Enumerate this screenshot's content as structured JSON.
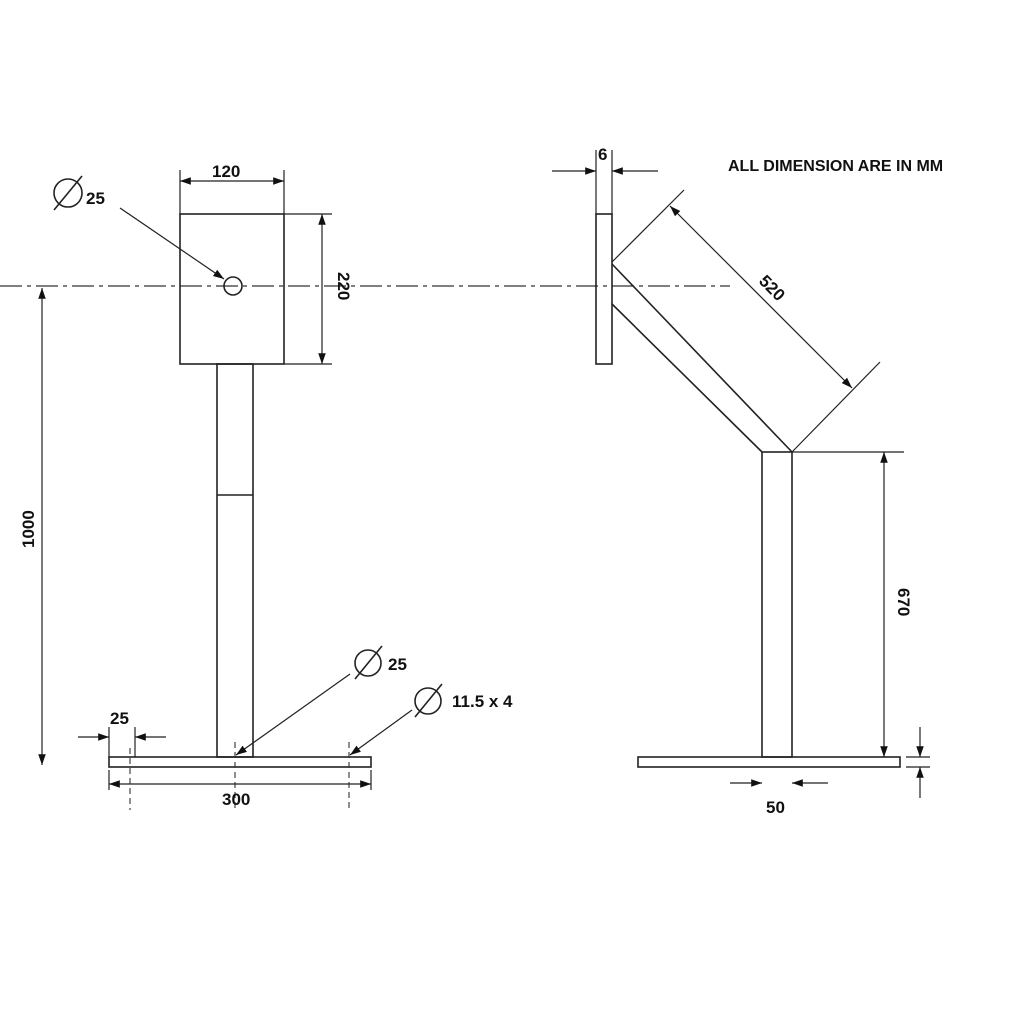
{
  "note": "ALL DIMENSION ARE IN MM",
  "front_view": {
    "plate_width": "120",
    "plate_height": "220",
    "plate_hole_dia": "25",
    "overall_height": "1000",
    "post_hole_dia": "25",
    "base_hole_spec": "11.5 x 4",
    "hole_edge_offset": "25",
    "base_width": "300"
  },
  "side_view": {
    "plate_thickness": "6",
    "arm_length": "520",
    "post_height": "670",
    "post_width": "50"
  },
  "colors": {
    "line": "#222222",
    "background": "#ffffff"
  }
}
